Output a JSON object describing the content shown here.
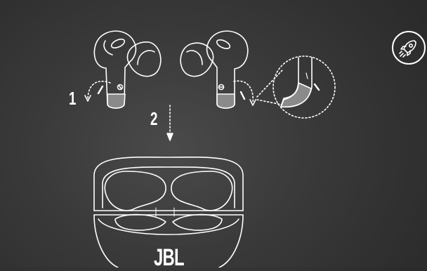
{
  "steps": {
    "step1_label": "1",
    "step2_label": "2"
  },
  "brand": {
    "logo_text": "JBL"
  },
  "icons": {
    "corner_button": "rocket-icon"
  },
  "colors": {
    "background": "#333333",
    "line_art": "#ffffff",
    "highlight_grey": "#8a8a8a"
  }
}
